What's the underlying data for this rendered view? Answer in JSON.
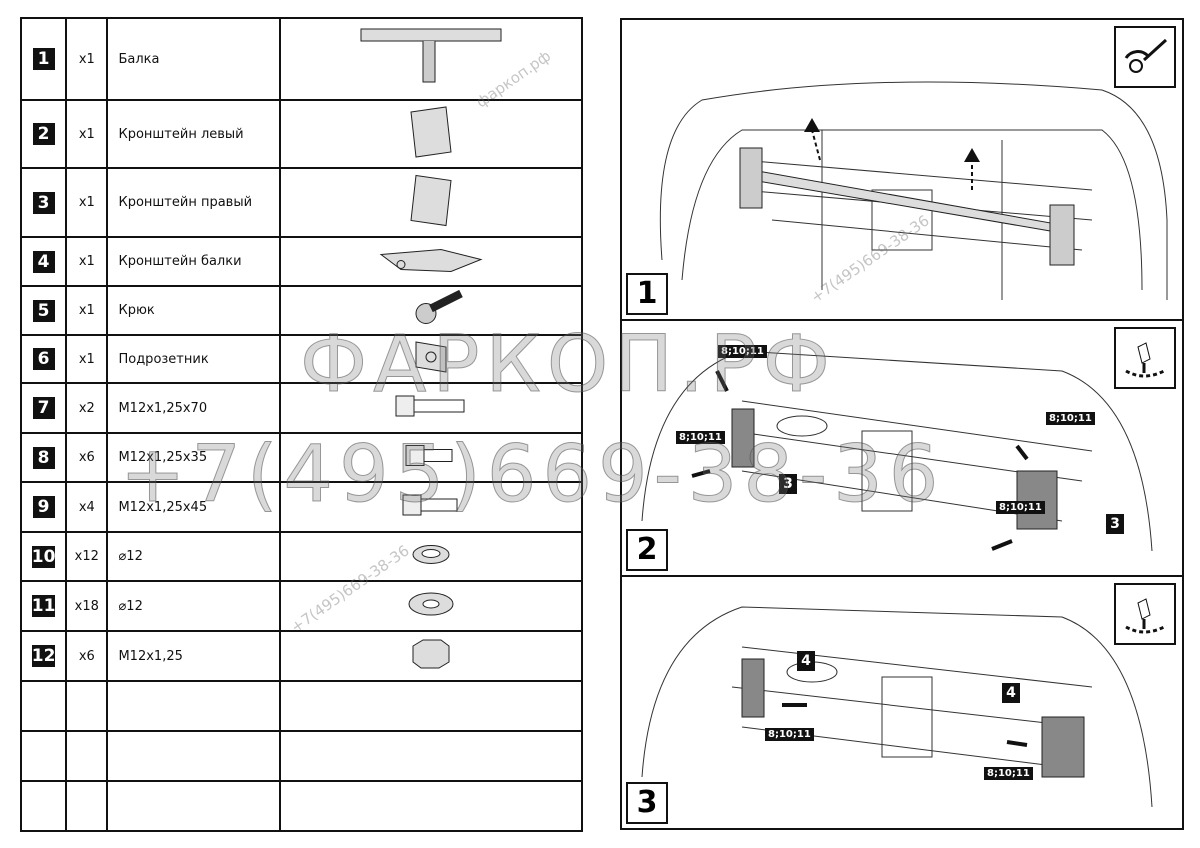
{
  "parts": [
    {
      "no": "1",
      "qty": "x1",
      "name": "Балка",
      "icon": "tow-beam"
    },
    {
      "no": "2",
      "qty": "x1",
      "name": "Кронштейн левый",
      "icon": "bracket-left"
    },
    {
      "no": "3",
      "qty": "x1",
      "name": "Кронштейн правый",
      "icon": "bracket-right"
    },
    {
      "no": "4",
      "qty": "x1",
      "name": "Кронштейн балки",
      "icon": "beam-bracket"
    },
    {
      "no": "5",
      "qty": "x1",
      "name": "Крюк",
      "icon": "tow-ball"
    },
    {
      "no": "6",
      "qty": "x1",
      "name": "Подрозетник",
      "icon": "socket-plate"
    },
    {
      "no": "7",
      "qty": "x2",
      "name": "M12x1,25x70",
      "icon": "bolt-long"
    },
    {
      "no": "8",
      "qty": "x6",
      "name": "M12x1,25x35",
      "icon": "bolt-short"
    },
    {
      "no": "9",
      "qty": "x4",
      "name": "M12x1,25x45",
      "icon": "bolt-medium"
    },
    {
      "no": "10",
      "qty": "x12",
      "name": "⌀12",
      "icon": "spring-washer"
    },
    {
      "no": "11",
      "qty": "x18",
      "name": "⌀12",
      "icon": "flat-washer"
    },
    {
      "no": "12",
      "qty": "x6",
      "name": "M12x1,25",
      "icon": "nut"
    }
  ],
  "steps": [
    {
      "no": "1",
      "tool": "remove-tool-icon",
      "labels": []
    },
    {
      "no": "2",
      "tool": "hand-tighten-icon",
      "labels": [
        "8;10;11",
        "8;10;11",
        "8;10;11",
        "8;10;11"
      ],
      "callouts": [
        "3",
        "3"
      ]
    },
    {
      "no": "3",
      "tool": "hand-tighten-icon",
      "labels": [
        "8;10;11",
        "8;10;11"
      ],
      "callouts": [
        "4",
        "4"
      ]
    }
  ],
  "watermark": {
    "brand": "ФАРКОП.РФ",
    "phone": "+7(495)669-38-36",
    "site": "фаркоп.рф"
  }
}
